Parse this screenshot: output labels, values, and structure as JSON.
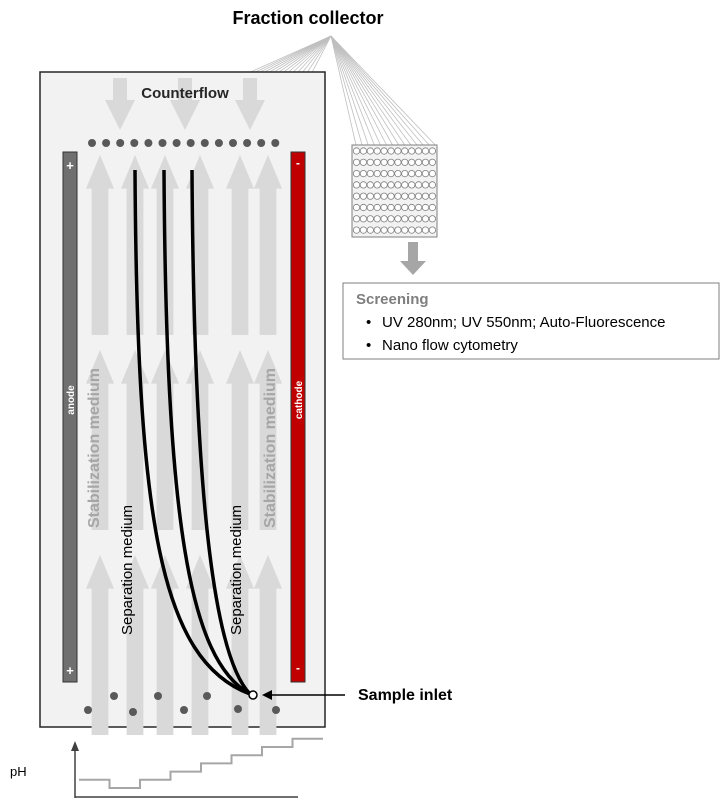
{
  "title": "Fraction collector",
  "counterflow_label": "Counterflow",
  "anode": {
    "label": "anode",
    "sign_top": "+",
    "sign_bottom": "+",
    "color": "#6f6f6f"
  },
  "cathode": {
    "label": "cathode",
    "sign_top": "-",
    "sign_bottom": "-",
    "color": "#c00000"
  },
  "media": {
    "stabilization_left": "Stabilization medium",
    "separation_left": "Separation medium",
    "separation_right": "Separation medium",
    "stabilization_right": "Stabilization medium"
  },
  "sample_inlet_label": "Sample inlet",
  "plate": {
    "rows": 8,
    "cols": 12
  },
  "fraction_outlets": 14,
  "screening": {
    "heading": "Screening",
    "items": [
      "UV 280nm; UV 550nm; Auto-Fluorescence",
      "Nano flow cytometry"
    ]
  },
  "ph_plot": {
    "ylabel": "pH",
    "steps": [
      2,
      1,
      2,
      3,
      4,
      5,
      6,
      7
    ]
  },
  "colors": {
    "arrow": "#d9d9d9",
    "box_fill": "#f2f2f2",
    "dot": "#595959",
    "line": "#bfbfbf"
  }
}
